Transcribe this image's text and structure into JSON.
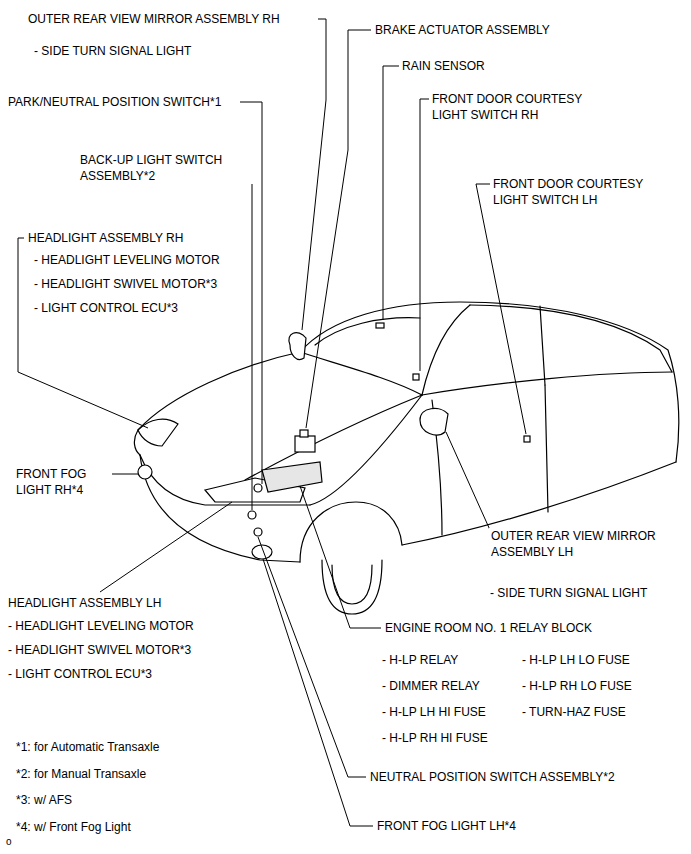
{
  "diagram": {
    "labels": [
      "OUTER REAR VIEW MIRROR ASSEMBLY RH",
      "- SIDE TURN SIGNAL LIGHT",
      "BRAKE ACTUATOR ASSEMBLY",
      "RAIN SENSOR",
      "PARK/NEUTRAL POSITION SWITCH*1",
      "FRONT DOOR COURTESY LIGHT SWITCH RH",
      "BACK-UP LIGHT SWITCH ASSEMBLY*2",
      "FRONT DOOR COURTESY LIGHT SWITCH LH",
      "HEADLIGHT ASSEMBLY RH",
      "- HEADLIGHT LEVELING MOTOR",
      "- HEADLIGHT SWIVEL MOTOR*3",
      "- LIGHT CONTROL ECU*3",
      "FRONT FOG LIGHT RH*4",
      "OUTER REAR VIEW MIRROR ASSEMBLY LH",
      "- SIDE TURN SIGNAL LIGHT",
      "HEADLIGHT ASSEMBLY LH",
      "- HEADLIGHT LEVELING MOTOR",
      "- HEADLIGHT SWIVEL MOTOR*3",
      "- LIGHT CONTROL ECU*3",
      "ENGINE ROOM NO. 1 RELAY BLOCK",
      "- H-LP RELAY",
      "- H-LP LH LO FUSE",
      "- DIMMER RELAY",
      "- H-LP RH LO FUSE",
      "- H-LP LH HI FUSE",
      "- TURN-HAZ FUSE",
      "- H-LP RH HI FUSE",
      "*1: for Automatic Transaxle",
      "*2: for Manual Transaxle",
      "NEUTRAL POSITION SWITCH ASSEMBLY*2",
      "*3: w/ AFS",
      "*4: w/ Front Fog Light",
      "FRONT FOG LIGHT LH*4",
      "o"
    ]
  }
}
